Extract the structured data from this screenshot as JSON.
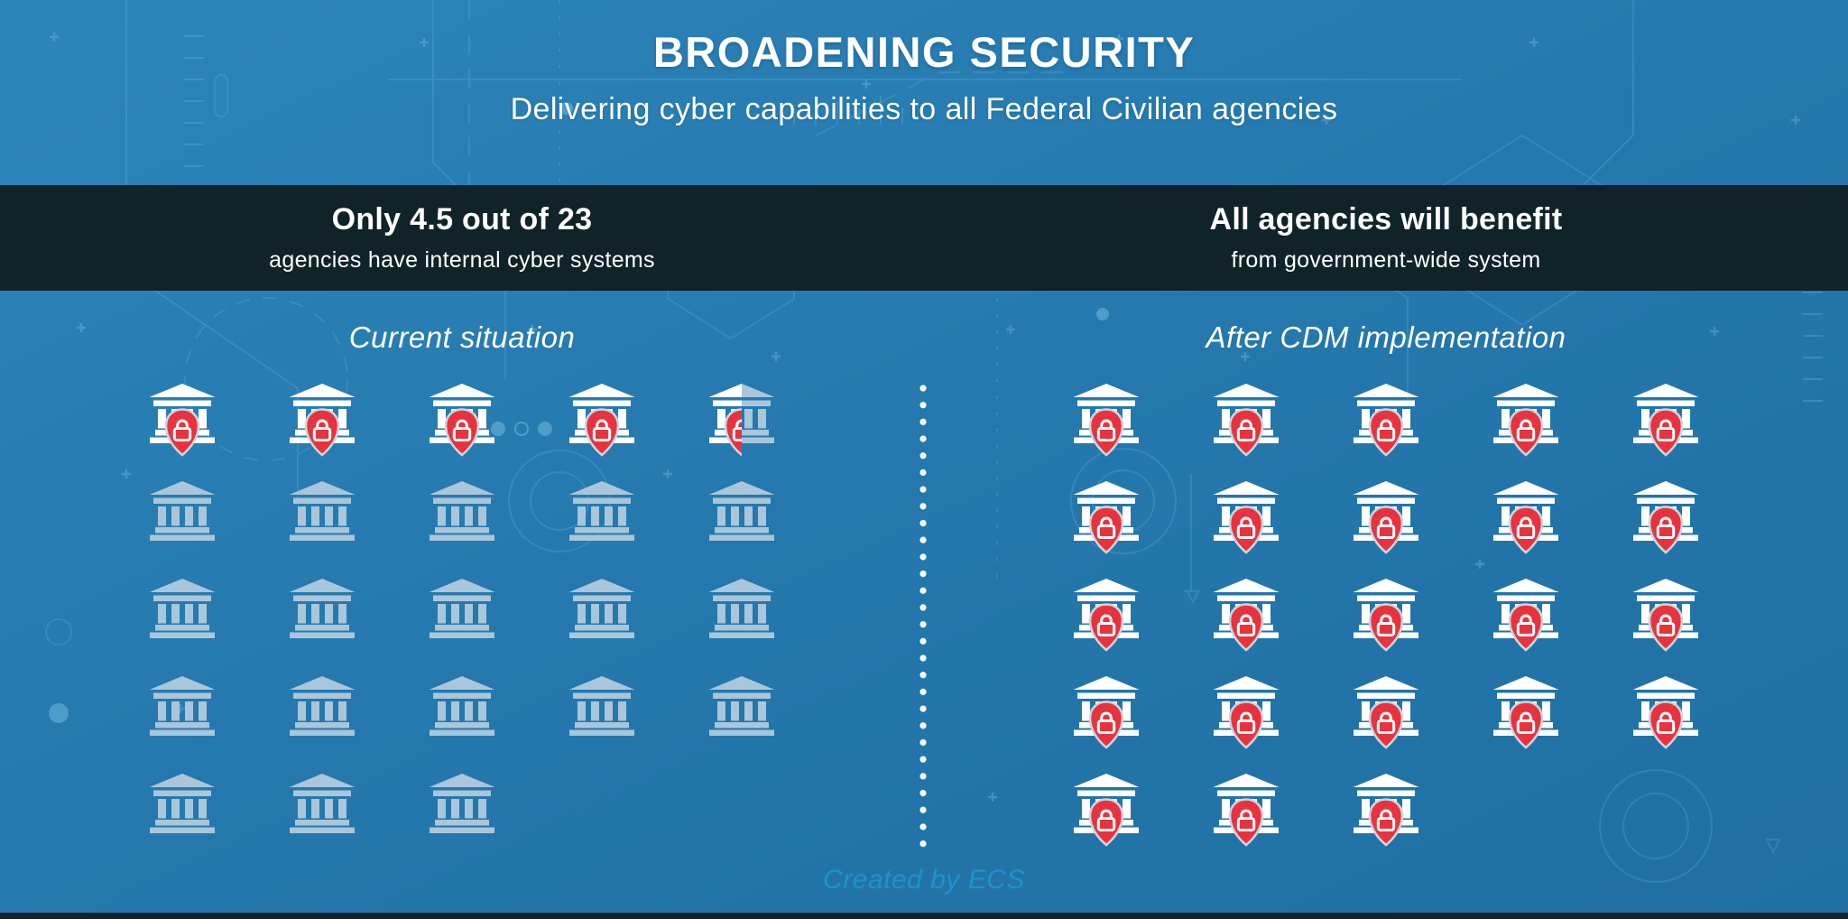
{
  "header": {
    "title": "BROADENING SECURITY",
    "subtitle": "Delivering cyber capabilities to all Federal Civilian agencies"
  },
  "stats_band": {
    "left": {
      "headline": "Only 4.5 out of 23",
      "subline": "agencies have internal cyber systems"
    },
    "right": {
      "headline": "All agencies will benefit",
      "subline": "from government-wide system"
    }
  },
  "panels": {
    "left": {
      "heading": "Current situation",
      "rows": [
        [
          "protected",
          "protected",
          "protected",
          "protected",
          "half"
        ],
        [
          "unprotected",
          "unprotected",
          "unprotected",
          "unprotected",
          "unprotected"
        ],
        [
          "unprotected",
          "unprotected",
          "unprotected",
          "unprotected",
          "unprotected"
        ],
        [
          "unprotected",
          "unprotected",
          "unprotected",
          "unprotected",
          "unprotected"
        ],
        [
          "unprotected",
          "unprotected",
          "unprotected"
        ]
      ]
    },
    "right": {
      "heading": "After CDM implementation",
      "rows": [
        [
          "protected",
          "protected",
          "protected",
          "protected",
          "protected"
        ],
        [
          "protected",
          "protected",
          "protected",
          "protected",
          "protected"
        ],
        [
          "protected",
          "protected",
          "protected",
          "protected",
          "protected"
        ],
        [
          "protected",
          "protected",
          "protected",
          "protected",
          "protected"
        ],
        [
          "protected",
          "protected",
          "protected"
        ]
      ]
    }
  },
  "footer": {
    "credit": "Created by ECS"
  },
  "colors": {
    "background_top": "#2d85bb",
    "background_bottom": "#1f6fa2",
    "band_dark": "#0f2329",
    "building_white": "#ffffff",
    "building_gray": "#a9c6da",
    "shield_red": "#e8333f",
    "shield_border": "#ccd6de",
    "lock_white": "#ffffff",
    "credit_blue": "#1e93d0",
    "pattern_blue": "#6ec0ea",
    "divider_dots": "#ffffff"
  },
  "chart_data": {
    "type": "pictograph",
    "title": "BROADENING SECURITY",
    "subtitle": "Delivering cyber capabilities to all Federal Civilian agencies",
    "unit": "Federal Civilian agencies",
    "icon_glyph": "government-building",
    "protected_marker": "red shield with white padlock",
    "panels": [
      {
        "label": "Current situation",
        "callout": "Only 4.5 out of 23",
        "callout_detail": "agencies have internal cyber systems",
        "total_agencies": 23,
        "protected_agencies": 4.5,
        "unprotected_agencies": 18.5,
        "row_layout": [
          5,
          5,
          5,
          5,
          3
        ]
      },
      {
        "label": "After CDM implementation",
        "callout": "All agencies will benefit",
        "callout_detail": "from government-wide system",
        "total_agencies": 23,
        "protected_agencies": 23,
        "unprotected_agencies": 0,
        "row_layout": [
          5,
          5,
          5,
          5,
          3
        ]
      }
    ]
  }
}
